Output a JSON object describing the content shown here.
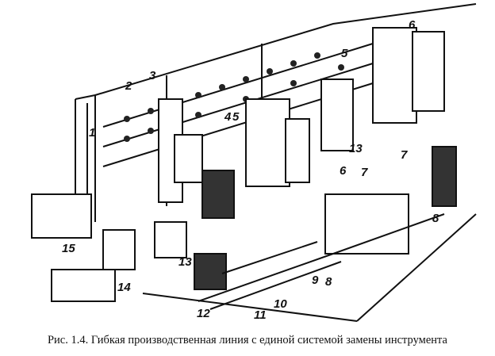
{
  "figure": {
    "labels": [
      {
        "id": "1",
        "text": "1"
      },
      {
        "id": "2",
        "text": "2"
      },
      {
        "id": "3",
        "text": "3"
      },
      {
        "id": "4",
        "text": "4"
      },
      {
        "id": "5a",
        "text": "5"
      },
      {
        "id": "5b",
        "text": "5"
      },
      {
        "id": "6a",
        "text": "6"
      },
      {
        "id": "6b",
        "text": "6"
      },
      {
        "id": "7a",
        "text": "7"
      },
      {
        "id": "7b",
        "text": "7"
      },
      {
        "id": "8a",
        "text": "8"
      },
      {
        "id": "8b",
        "text": "8"
      },
      {
        "id": "9",
        "text": "9"
      },
      {
        "id": "10",
        "text": "10"
      },
      {
        "id": "11",
        "text": "11"
      },
      {
        "id": "12",
        "text": "12"
      },
      {
        "id": "13a",
        "text": "13"
      },
      {
        "id": "13b",
        "text": "13"
      },
      {
        "id": "14",
        "text": "14"
      },
      {
        "id": "15",
        "text": "15"
      }
    ],
    "caption": "Рис. 1.4. Гибкая производственная линия с единой системой замены инструмента"
  }
}
